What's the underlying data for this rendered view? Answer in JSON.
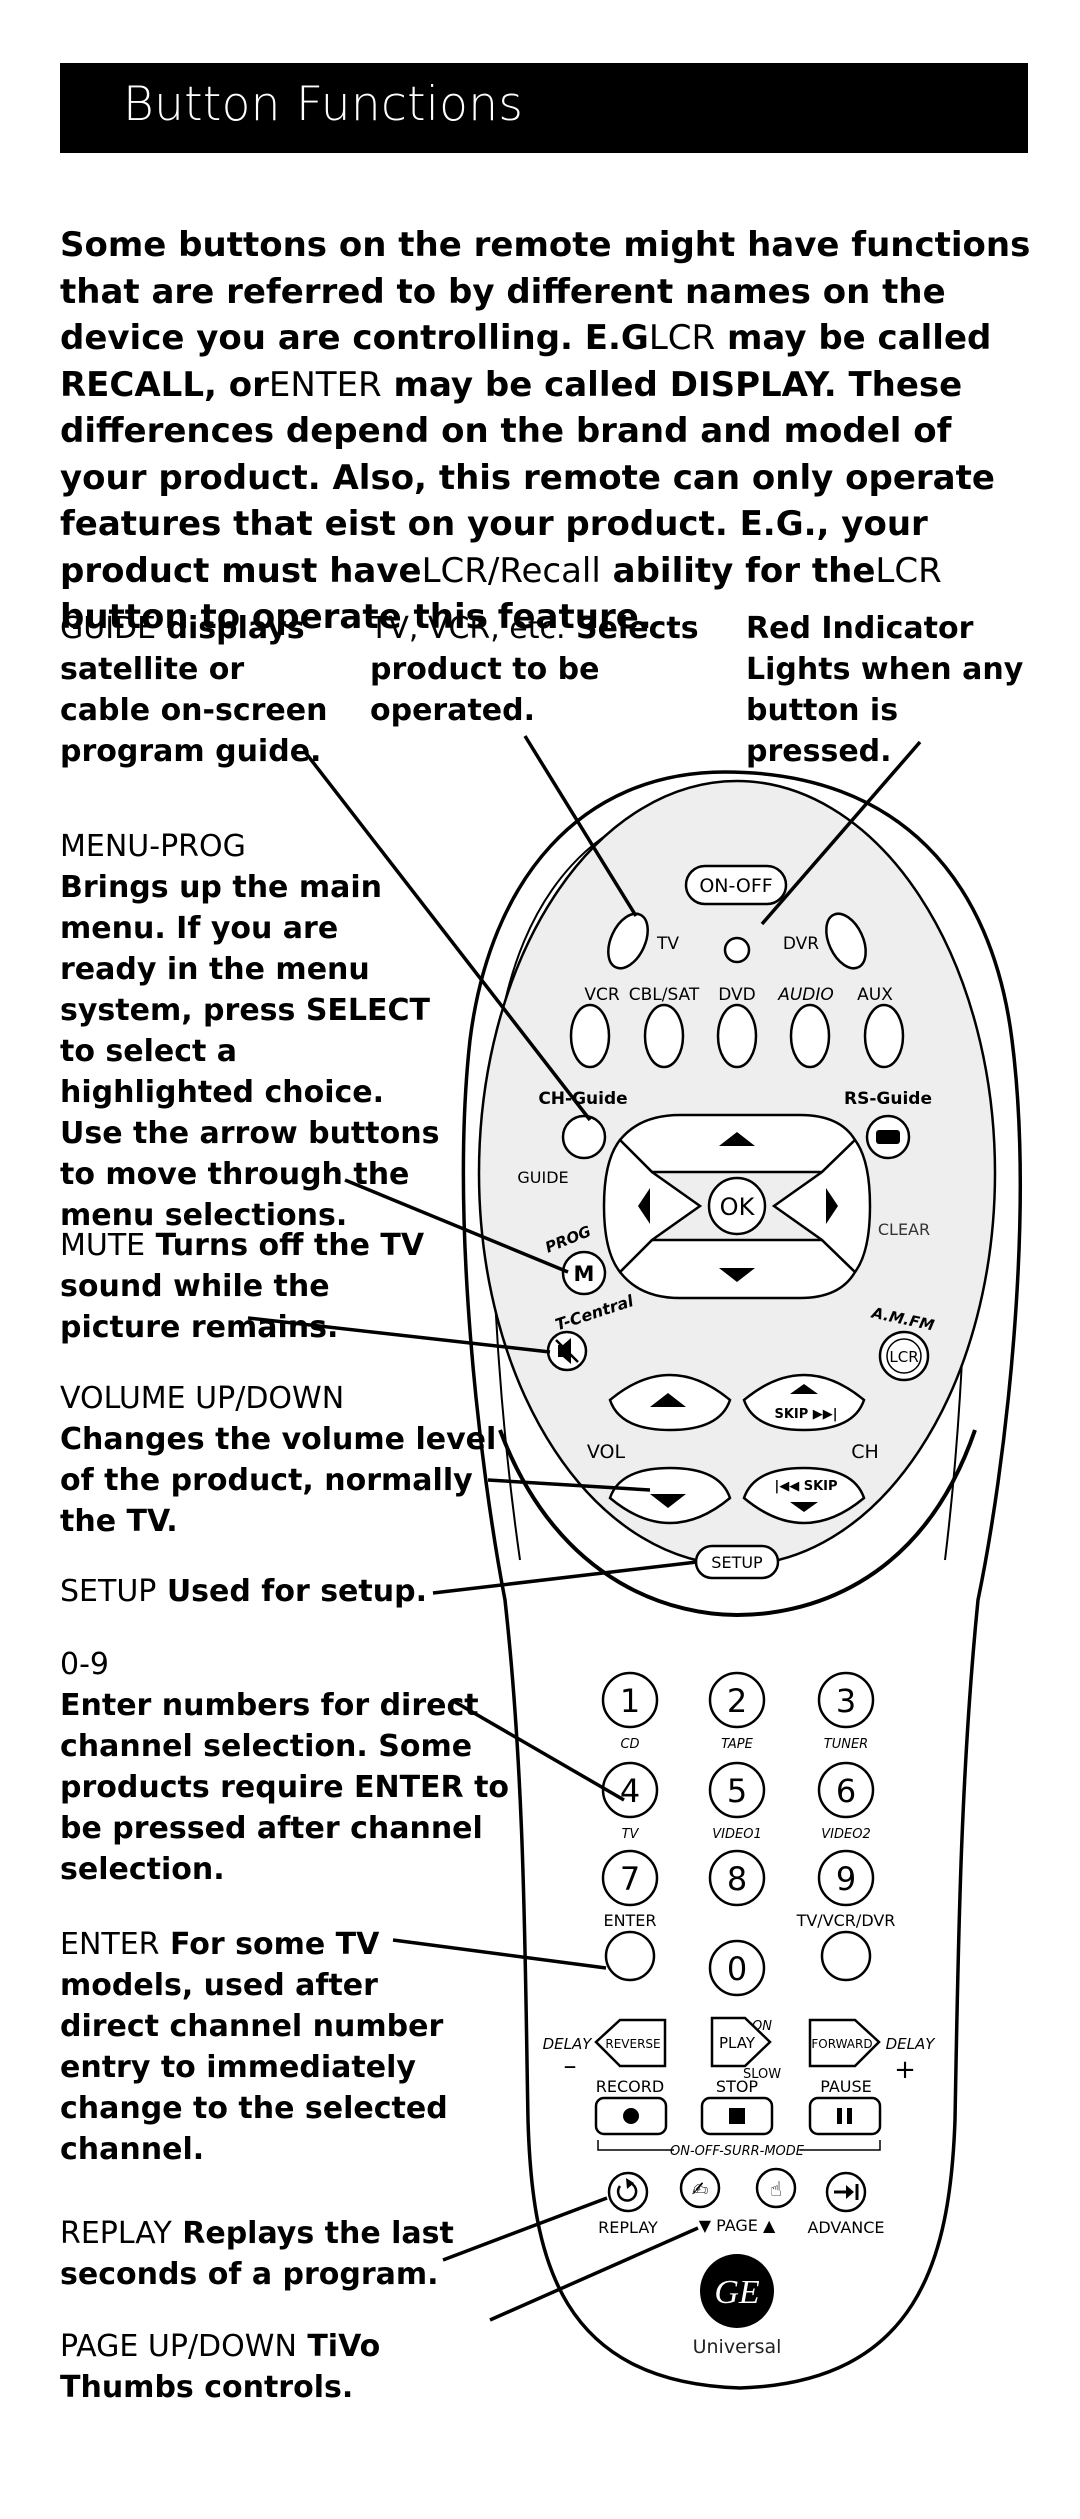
{
  "header": {
    "title": "Button Functions"
  },
  "intro": {
    "p1": "Some buttons on the remote might have functions that are referred to by different names on the device you are controlling. E.G",
    "k1": "LCR",
    "p2": " may be called RECALL, or",
    "k2": "ENTER",
    "p3": " may be called DISPLAY. These differences depend on the brand and model of your product. Also, this remote can only operate features that eist on your product. E.G., your product must have",
    "k3": "LCR/Recall",
    "p4": "  ability for the",
    "k4": "LCR",
    "p5": " button to operate this feature."
  },
  "callouts": {
    "guide": {
      "term": "GUIDE",
      "text": " displays satellite or cable on-screen program guide."
    },
    "tv_vcr": {
      "term": "TV, VCR, etc.",
      "text": "  Selects product to be operated."
    },
    "red_indicator": {
      "term": "Red Indicator",
      "text": "Lights when any button is pressed."
    },
    "menu_prog": {
      "term": "MENU-PROG",
      "text": "Brings up the main menu. If you are ready in the menu system, press SELECT to select a highlighted choice. Use the arrow buttons to move through the menu selections."
    },
    "mute": {
      "term": "MUTE",
      "text": " Turns off the TV sound while the picture remains."
    },
    "volume": {
      "term": "VOLUME UP/DOWN",
      "text": "Changes the volume level of the product, normally the TV."
    },
    "setup": {
      "term": "SETUP",
      "text": " Used for setup."
    },
    "digits": {
      "term": "0-9",
      "text": "Enter numbers for direct channel selection. Some products require ENTER to be pressed after channel selection."
    },
    "enter": {
      "term": "ENTER",
      "text": " For some TV models, used after direct channel number entry to immediately change to the selected channel."
    },
    "replay": {
      "term": "REPLAY",
      "text": "  Replays the last seconds of a program."
    },
    "page": {
      "term": "PAGE UP/DOWN",
      "text": "  TiVo Thumbs controls."
    }
  },
  "remote": {
    "on_off": "ON-OFF",
    "tv": "TV",
    "dvr": "DVR",
    "vcr": "VCR",
    "cbl_sat": "CBL/SAT",
    "dvd": "DVD",
    "audio": "AUDIO",
    "aux": "AUX",
    "ch_guide": "CH-Guide",
    "rs_guide": "RS-Guide",
    "guide": "GUIDE",
    "ok": "OK",
    "clear": "CLEAR",
    "prog": "PROG",
    "m": "M",
    "t_central": "T-Central",
    "am_fm": "A.M.FM",
    "lcr": "LCR",
    "vol": "VOL",
    "ch": "CH",
    "skip_fwd": "SKIP ▶▶|",
    "skip_back": "|◀◀ SKIP",
    "setup": "SETUP",
    "digits": [
      "1",
      "2",
      "3",
      "4",
      "5",
      "6",
      "7",
      "8",
      "9",
      "0"
    ],
    "digit_subs": [
      "CD",
      "TAPE",
      "TUNER",
      "TV",
      "VIDEO1",
      "VIDEO2"
    ],
    "enter": "ENTER",
    "tv_vcr_dvr": "TV/VCR/DVR",
    "delay": "DELAY",
    "minus": "–",
    "plus": "+",
    "reverse": "REVERSE",
    "on": "ON",
    "play": "PLAY",
    "slow": "SLOW",
    "forward": "FORWARD",
    "record": "RECORD",
    "stop": "STOP",
    "pause": "PAUSE",
    "on_off_surr_mode": "ON-OFF-SURR-MODE",
    "replay": "REPLAY",
    "page": "▼ PAGE ▲",
    "advance": "ADVANCE",
    "logo": "GE",
    "universal": "Universal"
  }
}
